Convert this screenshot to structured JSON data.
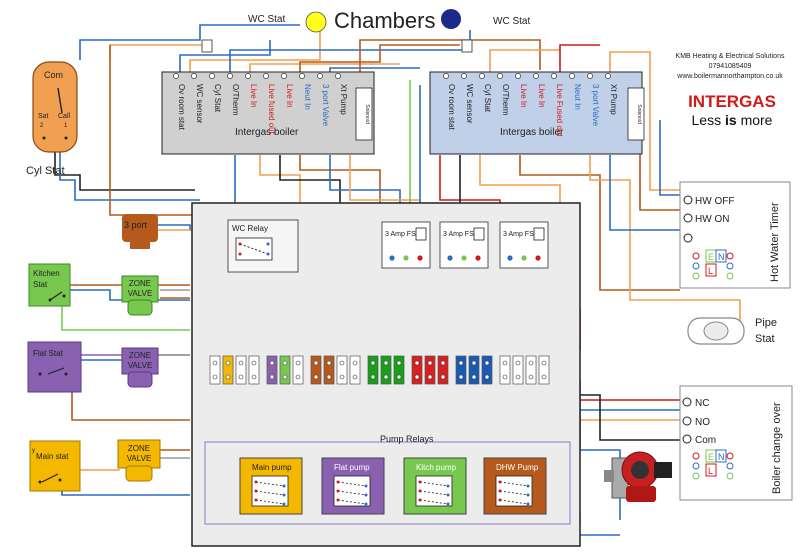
{
  "title": "Chambers",
  "company": {
    "name": "KMB Heating & Electrical Solutions",
    "phone": "07941085409",
    "website": "www.boilermannorthampton.co.uk"
  },
  "logo": {
    "brand": "INTERGAS",
    "tagline_pre": "Less ",
    "tagline_mid": "is ",
    "tagline_post": "more"
  },
  "wc_stat_left": "WC Stat",
  "wc_stat_right": "WC Stat",
  "colors": {
    "grey_boiler": "#d0d0d0",
    "blue_boiler": "#c0d0e8",
    "panel": "#eeeeee",
    "brown": "#b55a1c",
    "green": "#78c850",
    "purple": "#8a60b0",
    "yellow": "#f5b800",
    "orange": "#f0a050"
  },
  "boiler_left": {
    "label": "Intergas boiler",
    "terminals": [
      "Ov room stat",
      "WC sensor",
      "Cyl Stat",
      "O/Therm",
      "Live In",
      "Live fused out",
      "Live In",
      "Neut In",
      "3 port Valve",
      "Xt Pump"
    ],
    "solenoid": "Solenoid"
  },
  "boiler_right": {
    "label": "Intergas boiler",
    "terminals": [
      "Ov room stat",
      "WC sensor",
      "Cyl Stat",
      "O/Therm",
      "Live In",
      "Live In",
      "Live Fused out",
      "Neut In",
      "3 port Valve",
      "Xt Pump"
    ],
    "solenoid": "Solenoid"
  },
  "cyl_stat": {
    "com": "Com",
    "sat": "Sat",
    "sat_n": "2",
    "call": "Call",
    "call_n": "1",
    "label": "Cyl Stat"
  },
  "three_port": "3 port",
  "kitchen_stat": "Kitchen Stat",
  "flat_stat": "Flat Stat",
  "main_stat": "Main stat",
  "zone_valves": [
    "ZONE VALVE",
    "ZONE VALVE",
    "ZONE VALVE"
  ],
  "wc_relay": "WC Relay",
  "fuses": [
    "3 Amp FS",
    "3 Amp FS",
    "3 Amp FS"
  ],
  "pump_relays_label": "Pump Relays",
  "pumps": [
    "Main pump",
    "Flat pump",
    "Kitch pump",
    "DHW Pump"
  ],
  "hw_timer": {
    "off": "HW OFF",
    "on": "HW ON",
    "label": "Hot Water Timer",
    "l": "L",
    "n": "N",
    "e": "E"
  },
  "pipe_stat": "Pipe Stat",
  "boiler_changeover": {
    "nc": "NC",
    "no": "NO",
    "com": "Com",
    "label": "Boiler change over",
    "l": "L",
    "n": "N",
    "e": "E"
  }
}
